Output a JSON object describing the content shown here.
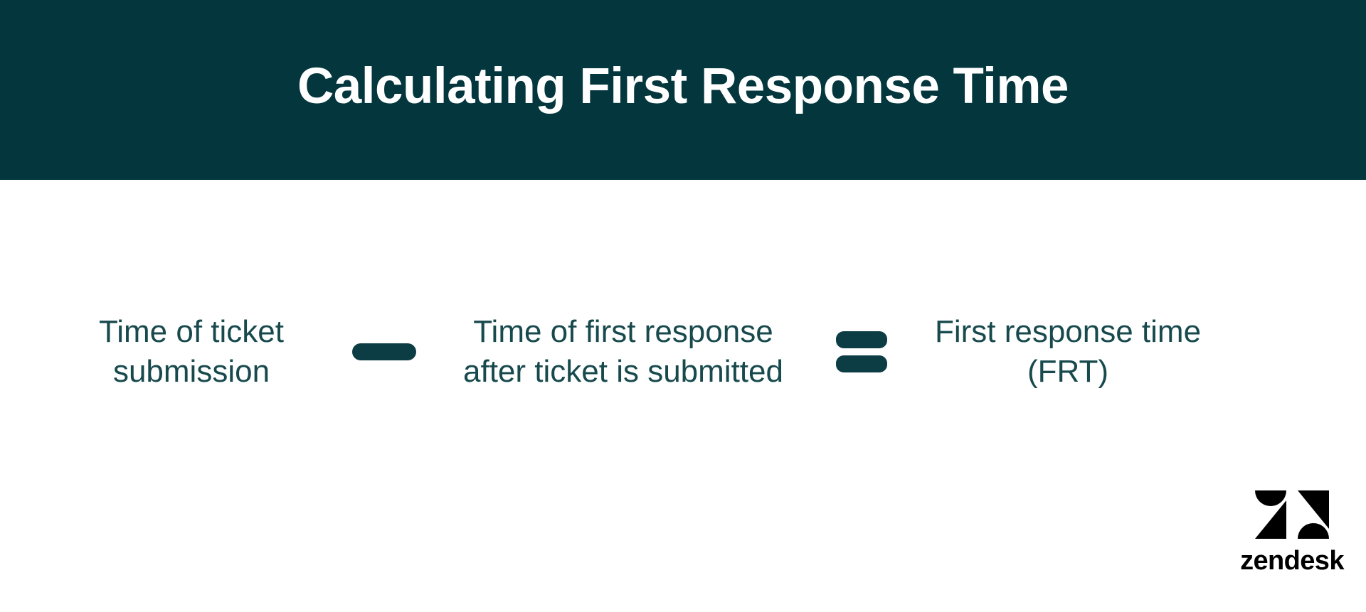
{
  "header": {
    "title": "Calculating First Response Time",
    "background_color": "#03363D",
    "title_color": "#FFFFFF"
  },
  "formula": {
    "text_color": "#17494D",
    "operator_color": "#0C3D45",
    "terms": [
      {
        "id": "time-of-ticket-submission",
        "line1": "Time of ticket",
        "line2": "submission"
      },
      {
        "id": "time-of-first-response",
        "line1": "Time of first response",
        "line2": "after ticket is submitted"
      },
      {
        "id": "first-response-time",
        "line1": "First response time",
        "line2": "(FRT)"
      }
    ],
    "operators": [
      {
        "id": "minus",
        "symbol": "-",
        "name": "minus-operator"
      },
      {
        "id": "equals",
        "symbol": "=",
        "name": "equals-operator"
      }
    ]
  },
  "logo": {
    "name": "zendesk-logo",
    "wordmark": "zendesk",
    "mark_color": "#000000",
    "wordmark_color": "#000000"
  },
  "page": {
    "background_color": "#FFFFFF"
  }
}
